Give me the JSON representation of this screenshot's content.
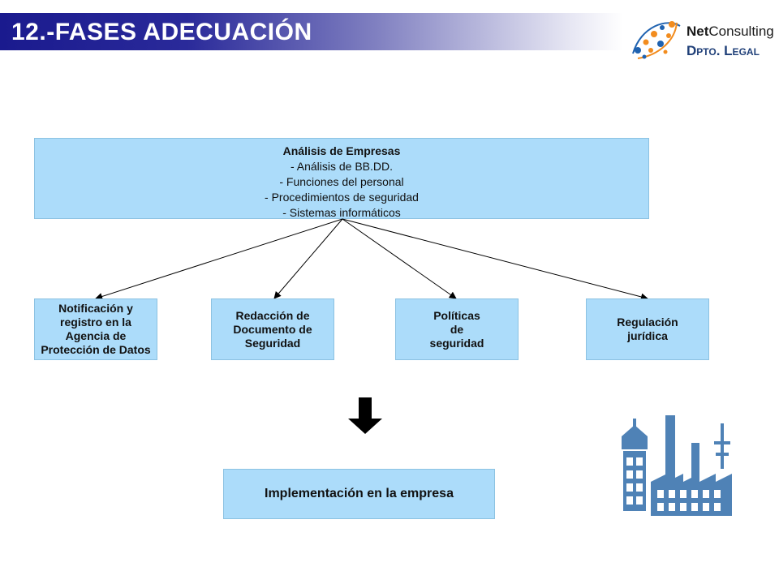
{
  "title": "12.-FASES ADECUACIÓN",
  "logo": {
    "brand_bold": "Net",
    "brand_rest": "Consulting",
    "department": "Dpto. Legal"
  },
  "analysis": {
    "heading": "Análisis de Empresas",
    "lines": [
      "- Análisis de BB.DD.",
      "-  Funciones del personal",
      "- Procedimientos de seguridad",
      "- Sistemas informáticos"
    ]
  },
  "phases": [
    {
      "lines": [
        "Notificación y",
        "registro en la",
        "Agencia de",
        "Protección de Datos"
      ]
    },
    {
      "lines": [
        "Redacción de",
        "Documento de",
        "Seguridad"
      ]
    },
    {
      "lines": [
        "Políticas",
        "de",
        "seguridad"
      ]
    },
    {
      "lines": [
        "Regulación",
        "jurídica"
      ]
    }
  ],
  "implementation": "Implementación en la empresa",
  "colors": {
    "box_fill": "#acdcfa",
    "title_bar": "#1a1a8e",
    "factory": "#4f82b6",
    "logo_orange": "#f28c1e",
    "logo_blue": "#1f62b0"
  },
  "icons": [
    "down-arrow-icon",
    "factory-icon",
    "netconsulting-logo"
  ]
}
